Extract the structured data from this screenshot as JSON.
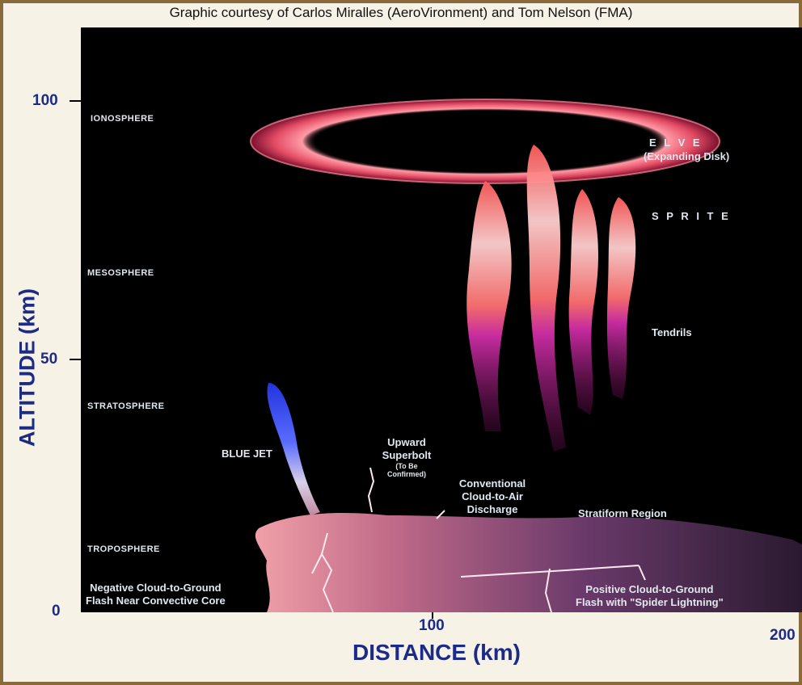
{
  "credit": "Graphic courtesy of Carlos Miralles (AeroVironment) and Tom Nelson (FMA)",
  "axes": {
    "y_label": "ALTITUDE (km)",
    "x_label": "DISTANCE (km)",
    "y_ticks": [
      "100",
      "50",
      "0"
    ],
    "x_ticks": [
      "100",
      "200"
    ]
  },
  "layers": [
    "IONOSPHERE",
    "MESOSPHERE",
    "STRATOSPHERE",
    "TROPOSPHERE"
  ],
  "phenomena": {
    "elve": {
      "name": "E L V E",
      "detail": "(Expanding Disk)"
    },
    "sprite": "S P R I T E",
    "tendrils": "Tendrils",
    "blue_jet": "BLUE JET",
    "superbolt": {
      "line1": "Upward",
      "line2": "Superbolt",
      "note1": "(To Be",
      "note2": "Confirmed)"
    },
    "cloud_to_air": {
      "line1": "Conventional",
      "line2": "Cloud-to-Air",
      "line3": "Discharge"
    },
    "stratiform": "Stratiform Region",
    "negative_cg": {
      "line1": "Negative Cloud-to-Ground",
      "line2": "Flash Near Convective Core"
    },
    "positive_cg": {
      "line1": "Positive  Cloud-to-Ground",
      "line2": "Flash with \"Spider Lightning\""
    }
  },
  "colors": {
    "axis_text": "#1c2a88",
    "background": "#000000",
    "elve": "#f06a7a",
    "sprite": "#ff7a7a",
    "tendrils": "#d62aa8",
    "blue_jet": "#3a4cff",
    "cloud": "#b46a86"
  }
}
